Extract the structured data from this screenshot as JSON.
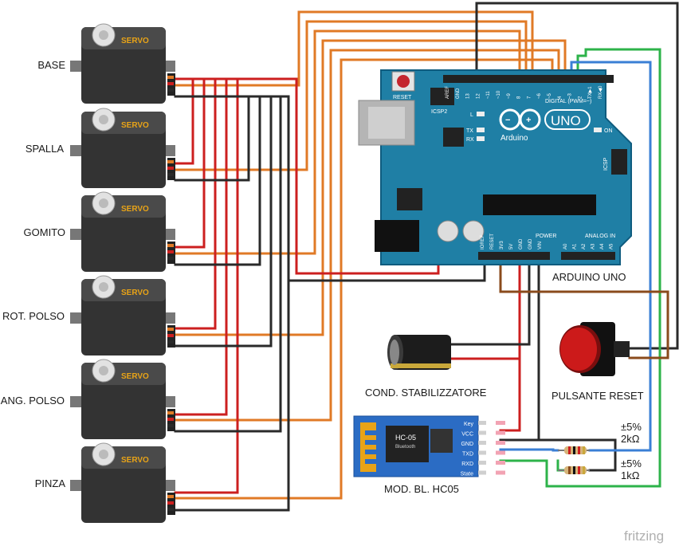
{
  "servos": [
    {
      "label": "BASE"
    },
    {
      "label": "SPALLA"
    },
    {
      "label": "GOMITO"
    },
    {
      "label": "ROT. POLSO"
    },
    {
      "label": "ANG. POLSO"
    },
    {
      "label": "PINZA"
    }
  ],
  "servo_badge": "SERVO",
  "arduino": {
    "caption": "ARDUINO UNO",
    "brand": "Arduino",
    "logo_text": "UNO",
    "reset_label": "RESET",
    "icsp2_label": "ICSP2",
    "icsp_label": "ICSP",
    "on_label": "ON",
    "led_labels": [
      "L",
      "TX",
      "RX"
    ],
    "digital_header": "DIGITAL (PWM=~)",
    "power_header": "POWER",
    "analog_header": "ANALOG IN",
    "digital_pins": [
      "AREF",
      "GND",
      "13",
      "12",
      "~11",
      "~10",
      "~9",
      "8",
      "7",
      "~6",
      "~5",
      "4",
      "~3",
      "2",
      "TX▶1",
      "RX◀0"
    ],
    "power_pins": [
      "IOREF",
      "RESET",
      "3V3",
      "5V",
      "GND",
      "GND",
      "VIN"
    ],
    "analog_pins": [
      "A0",
      "A1",
      "A2",
      "A3",
      "A4",
      "A5"
    ]
  },
  "capacitor": {
    "caption": "COND. STABILIZZATORE"
  },
  "button": {
    "caption": "PULSANTE RESET"
  },
  "bluetooth": {
    "caption": "MOD. BL. HC05",
    "chip_name": "HC-05",
    "chip_sub": "Bluetooth",
    "pins": [
      "Key",
      "VCC",
      "GND",
      "TXD",
      "RXD",
      "State"
    ]
  },
  "resistors": [
    {
      "tolerance": "±5%",
      "value": "2kΩ"
    },
    {
      "tolerance": "±5%",
      "value": "1kΩ"
    }
  ],
  "watermark": "fritzing",
  "colors": {
    "wire_orange": "#e07a26",
    "wire_red": "#cc1f1f",
    "wire_black": "#2a2a2a",
    "wire_green": "#2db34a",
    "wire_blue": "#3a7fd5",
    "wire_brown": "#8a4b1c",
    "arduino_board": "#1f7fa5",
    "servo_body": "#333333",
    "servo_badge": "#e8a317",
    "button_red": "#cc1a1a",
    "bt_board": "#2b6cc4"
  }
}
